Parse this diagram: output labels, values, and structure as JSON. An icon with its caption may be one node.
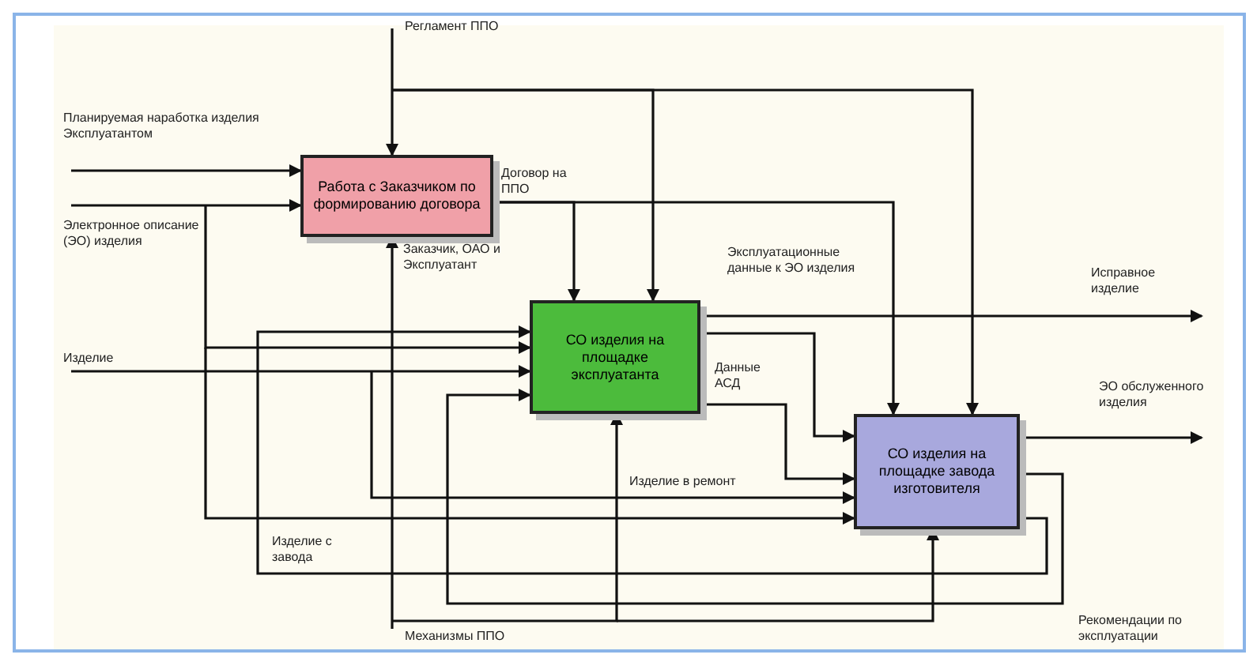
{
  "diagram": {
    "nodes": [
      {
        "text": [
          "Работа с Заказчиком по формированию договора"
        ]
      },
      {
        "text": [
          "СО изделия на площадке эксплуатанта"
        ]
      },
      {
        "text": [
          "СО изделия на площадке завода изготовителя"
        ]
      }
    ],
    "edges": [
      {
        "from": null,
        "to": 0,
        "arrow": "to",
        "label": "Регламент ППО"
      },
      {
        "from": null,
        "to": 1,
        "arrow": "to"
      },
      {
        "from": null,
        "to": 2,
        "arrow": "to"
      },
      {
        "from": null,
        "to": 0,
        "arrow": "to",
        "label": "Планируемая наработка изделия Эксплуатантом"
      },
      {
        "from": null,
        "to": 0,
        "arrow": "to",
        "label": "Электронное описание (ЭО) изделия"
      },
      {
        "from": null,
        "to": 1,
        "arrow": "to"
      },
      {
        "from": null,
        "to": 2,
        "arrow": "to"
      },
      {
        "from": null,
        "to": 1,
        "arrow": "to",
        "label": "Изделие"
      },
      {
        "from": null,
        "to": 2,
        "arrow": "to",
        "label": "Изделие в ремонт"
      },
      {
        "from": 0,
        "to": 1,
        "arrow": "to",
        "label": "Договор на ППО"
      },
      {
        "from": 0,
        "to": 2,
        "arrow": "to"
      },
      {
        "from": null,
        "to": 0,
        "arrow": "to",
        "label": "Заказчик, ОАО и Эксплуатант"
      },
      {
        "from": null,
        "to": 1,
        "arrow": "to",
        "label": "Механизмы ППО"
      },
      {
        "from": null,
        "to": 2,
        "arrow": "to"
      },
      {
        "from": 1,
        "to": null,
        "arrow": "to",
        "label": "Исправное изделие"
      },
      {
        "from": 1,
        "to": 2,
        "arrow": "to",
        "label": "Эксплуатационные данные к ЭО изделия"
      },
      {
        "from": 1,
        "to": 2,
        "arrow": "to",
        "label": "Данные АСД"
      },
      {
        "from": 2,
        "to": null,
        "arrow": "to",
        "label": "ЭО обслуженного изделия"
      },
      {
        "from": 2,
        "to": 1,
        "arrow": "to",
        "label": "Рекомендации по эксплуатации"
      },
      {
        "from": 2,
        "to": 1,
        "arrow": "to",
        "label": "Изделие с завода"
      }
    ]
  }
}
